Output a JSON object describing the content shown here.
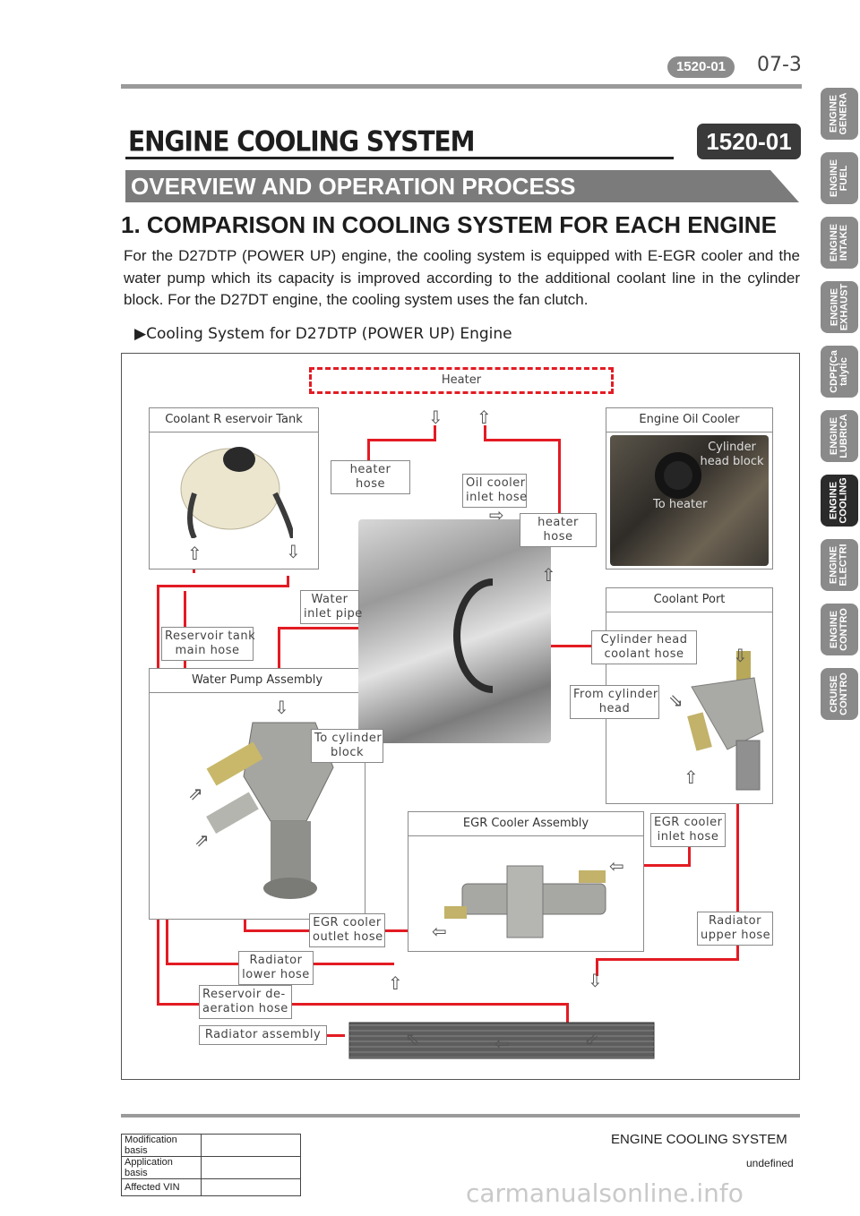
{
  "header": {
    "code": "1520-01",
    "page": "07-3"
  },
  "title": {
    "text": "ENGINE COOLING SYSTEM",
    "badge": "1520-01"
  },
  "overview": "OVERVIEW AND OPERATION PROCESS",
  "section": {
    "heading": "1. COMPARISON IN COOLING SYSTEM FOR EACH ENGINE",
    "paragraph": "For the D27DTP (POWER UP) engine, the cooling system is equipped with E-EGR cooler and the water pump which its capacity is improved according to the additional coolant line in the cylinder block. For the D27DT engine, the cooling system uses the fan clutch.",
    "subheading": "▶Cooling System for D27DTP (POWER UP) Engine"
  },
  "diagram": {
    "heater": "Heater",
    "boxes": {
      "reservoir": "Coolant R eservoir Tank",
      "oil_cooler": "Engine Oil Cooler",
      "coolant_port": "Coolant Port",
      "water_pump": "Water Pump Assembly",
      "egr_cooler": "EGR Cooler Assembly"
    },
    "photo_text": {
      "cyl_head_block": "Cylinder\nhead block",
      "to_heater": "To heater"
    },
    "labels": {
      "heater_hose_left": "heater hose",
      "oil_cooler_inlet": "Oil cooler\ninlet hose",
      "heater_hose_right": "heater hose",
      "water_inlet_pipe": "Water\ninlet pipe",
      "reservoir_main_hose": "Reservoir tank\nmain hose",
      "cyl_head_coolant_hose": "Cylinder head\ncoolant hose",
      "from_cyl_head": "From cylinder\nhead",
      "to_cyl_block": "To cylinder\nblock",
      "egr_inlet_hose": "EGR cooler\ninlet hose",
      "egr_outlet_hose": "EGR cooler\noutlet hose",
      "radiator_upper_hose": "Radiator\nupper hose",
      "radiator_lower_hose": "Radiator\nlower hose",
      "reservoir_deaeration_hose": "Reservoir de-\naeration hose",
      "radiator_assembly": "Radiator assembly"
    },
    "colors": {
      "hose": "#e31b23"
    }
  },
  "tabs": [
    {
      "label": "ENGINE\nGENERA",
      "active": false
    },
    {
      "label": "ENGINE\nFUEL",
      "active": false
    },
    {
      "label": "ENGINE\nINTAKE",
      "active": false
    },
    {
      "label": "ENGINE\nEXHAUST",
      "active": false
    },
    {
      "label": "CDPF(Ca\ntalytic",
      "active": false
    },
    {
      "label": "ENGINE\nLUBRICA",
      "active": false
    },
    {
      "label": "ENGINE\nCOOLING",
      "active": true
    },
    {
      "label": "ENGINE\nELECTRI",
      "active": false
    },
    {
      "label": "ENGINE\nCONTRO",
      "active": false
    },
    {
      "label": "CRUISE\nCONTRO",
      "active": false
    }
  ],
  "footer": {
    "title": "ENGINE COOLING SYSTEM",
    "subtitle": "undefined",
    "rows": [
      {
        "label": "Modification basis",
        "value": ""
      },
      {
        "label": "Application basis",
        "value": ""
      },
      {
        "label": "Affected VIN",
        "value": ""
      }
    ],
    "watermark": "carmanualsonline.info"
  }
}
